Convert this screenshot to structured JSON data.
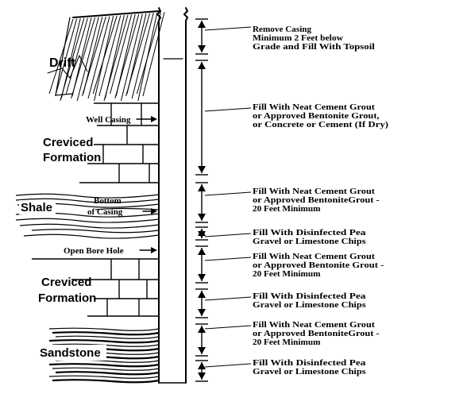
{
  "formations": {
    "drift": "Drift",
    "creviced_1": [
      "Creviced",
      "Formation"
    ],
    "shale": "Shale",
    "creviced_2": [
      "Creviced",
      "Formation"
    ],
    "sandstone": "Sandstone"
  },
  "callouts": {
    "well_casing": "Well Casing",
    "bottom_of_casing": [
      "Bottom",
      "of Casing"
    ],
    "open_bore_hole": "Open Bore Hole"
  },
  "instructions": [
    [
      "Remove Casing",
      "Minimum 2 Feet below",
      "Grade and Fill With Topsoil"
    ],
    [
      "Fill With Neat Cement Grout",
      "or Approved Bentonite Grout,",
      "or Concrete or Cement (If Dry)"
    ],
    [
      "Fill With Neat Cement Grout",
      "or Approved BentoniteGrout -",
      "20 Feet Minimum"
    ],
    [
      "Fill With Disinfected Pea",
      "Gravel or Limestone Chips"
    ],
    [
      "Fill With Neat Cement Grout",
      "or Approved Bentonite Grout -",
      "20 Feet Minimum"
    ],
    [
      "Fill With Disinfected Pea",
      "Gravel or Limestone Chips"
    ],
    [
      "Fill With Neat Cement Grout",
      "or Approved BentoniteGrout -",
      "20 Feet Minimum"
    ],
    [
      "Fill With Disinfected Pea",
      "Gravel or Limestone Chips"
    ]
  ]
}
